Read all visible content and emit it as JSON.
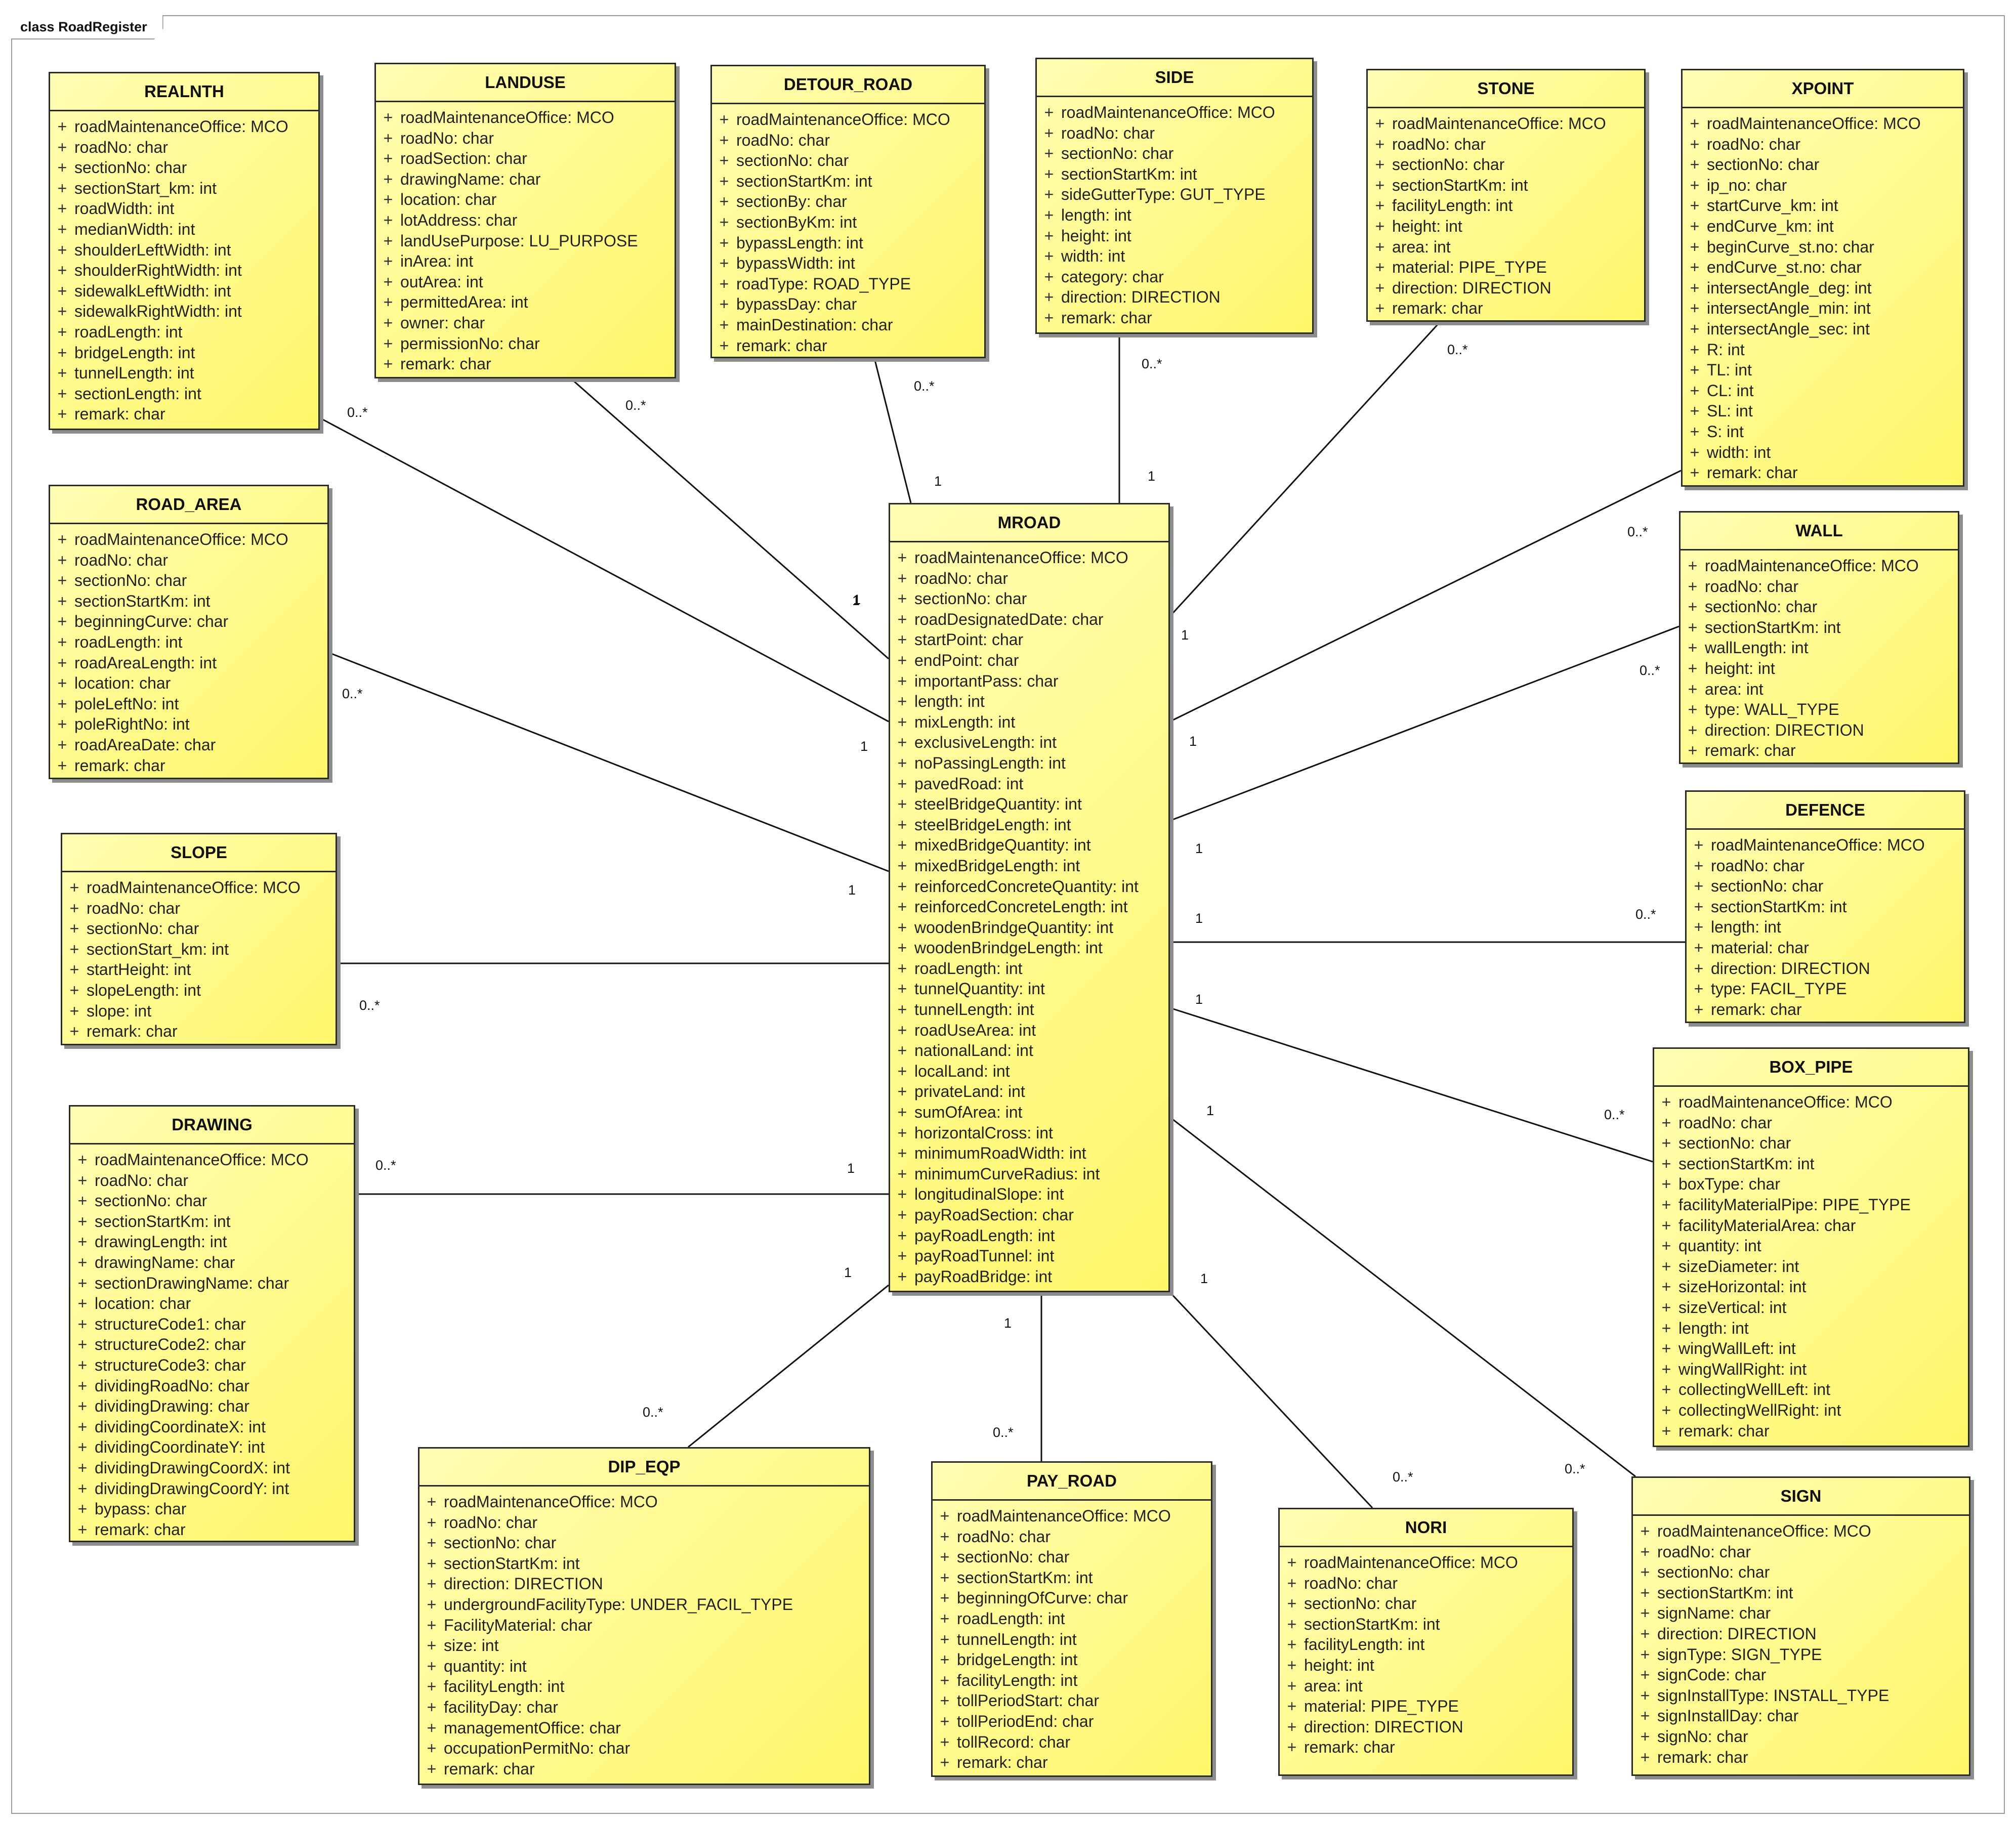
{
  "frame_title": "class RoadRegister",
  "classes": {
    "realnth": {
      "name": "REALNTH",
      "attrs": [
        "roadMaintenanceOffice: MCO",
        "roadNo: char",
        "sectionNo: char",
        "sectionStart_km: int",
        "roadWidth: int",
        "medianWidth: int",
        "shoulderLeftWidth: int",
        "shoulderRightWidth: int",
        "sidewalkLeftWidth: int",
        "sidewalkRightWidth: int",
        "roadLength: int",
        "bridgeLength: int",
        "tunnelLength: int",
        "sectionLength: int",
        "remark: char"
      ]
    },
    "landuse": {
      "name": "LANDUSE",
      "attrs": [
        "roadMaintenanceOffice: MCO",
        "roadNo: char",
        "roadSection: char",
        "drawingName: char",
        "location: char",
        "lotAddress: char",
        "landUsePurpose: LU_PURPOSE",
        "inArea: int",
        "outArea: int",
        "permittedArea: int",
        "owner: char",
        "permissionNo: char",
        "remark: char"
      ]
    },
    "detour_road": {
      "name": "DETOUR_ROAD",
      "attrs": [
        "roadMaintenanceOffice: MCO",
        "roadNo: char",
        "sectionNo: char",
        "sectionStartKm: int",
        "sectionBy: char",
        "sectionByKm: int",
        "bypassLength: int",
        "bypassWidth: int",
        "roadType: ROAD_TYPE",
        "bypassDay: char",
        "mainDestination: char",
        "remark: char"
      ]
    },
    "side": {
      "name": "SIDE",
      "attrs": [
        "roadMaintenanceOffice: MCO",
        "roadNo: char",
        "sectionNo: char",
        "sectionStartKm: int",
        "sideGutterType: GUT_TYPE",
        "length: int",
        "height: int",
        "width: int",
        "category: char",
        "direction: DIRECTION",
        "remark: char"
      ]
    },
    "stone": {
      "name": "STONE",
      "attrs": [
        "roadMaintenanceOffice: MCO",
        "roadNo: char",
        "sectionNo: char",
        "sectionStartKm: int",
        "facilityLength: int",
        "height: int",
        "area: int",
        "material: PIPE_TYPE",
        "direction: DIRECTION",
        "remark: char"
      ]
    },
    "xpoint": {
      "name": "XPOINT",
      "attrs": [
        "roadMaintenanceOffice: MCO",
        "roadNo: char",
        "sectionNo: char",
        "ip_no: char",
        "startCurve_km: int",
        "endCurve_km: int",
        "beginCurve_st.no: char",
        "endCurve_st.no: char",
        "intersectAngle_deg: int",
        "intersectAngle_min: int",
        "intersectAngle_sec: int",
        "R: int",
        "TL: int",
        "CL: int",
        "SL: int",
        "S: int",
        "width: int",
        "remark: char"
      ]
    },
    "road_area": {
      "name": "ROAD_AREA",
      "attrs": [
        "roadMaintenanceOffice: MCO",
        "roadNo: char",
        "sectionNo: char",
        "sectionStartKm: int",
        "beginningCurve: char",
        "roadLength: int",
        "roadAreaLength: int",
        "location: char",
        "poleLeftNo: int",
        "poleRightNo: int",
        "roadAreaDate: char",
        "remark: char"
      ]
    },
    "mroad": {
      "name": "MROAD",
      "attrs": [
        "roadMaintenanceOffice: MCO",
        "roadNo: char",
        "sectionNo: char",
        "roadDesignatedDate: char",
        "startPoint: char",
        "endPoint: char",
        "importantPass: char",
        "length: int",
        "mixLength: int",
        "exclusiveLength: int",
        "noPassingLength: int",
        "pavedRoad: int",
        "steelBridgeQuantity: int",
        "steelBridgeLength: int",
        "mixedBridgeQuantity: int",
        "mixedBridgeLength: int",
        "reinforcedConcreteQuantity: int",
        "reinforcedConcreteLength: int",
        "woodenBrindgeQuantity: int",
        "woodenBrindgeLength: int",
        "roadLength: int",
        "tunnelQuantity: int",
        "tunnelLength: int",
        "roadUseArea: int",
        "nationalLand: int",
        "localLand: int",
        "privateLand: int",
        "sumOfArea: int",
        "horizontalCross: int",
        "minimumRoadWidth: int",
        "minimumCurveRadius: int",
        "longitudinalSlope: int",
        "payRoadSection: char",
        "payRoadLength: int",
        "payRoadTunnel: int",
        "payRoadBridge: int"
      ]
    },
    "wall": {
      "name": "WALL",
      "attrs": [
        "roadMaintenanceOffice: MCO",
        "roadNo: char",
        "sectionNo: char",
        "sectionStartKm: int",
        "wallLength: int",
        "height: int",
        "area: int",
        "type: WALL_TYPE",
        "direction: DIRECTION",
        "remark: char"
      ]
    },
    "slope": {
      "name": "SLOPE",
      "attrs": [
        "roadMaintenanceOffice: MCO",
        "roadNo: char",
        "sectionNo: char",
        "sectionStart_km: int",
        "startHeight: int",
        "slopeLength: int",
        "slope: int",
        "remark: char"
      ]
    },
    "defence": {
      "name": "DEFENCE",
      "attrs": [
        "roadMaintenanceOffice: MCO",
        "roadNo: char",
        "sectionNo: char",
        "sectionStartKm: int",
        "length: int",
        "material: char",
        "direction: DIRECTION",
        "type: FACIL_TYPE",
        "remark: char"
      ]
    },
    "drawing": {
      "name": "DRAWING",
      "attrs": [
        "roadMaintenanceOffice: MCO",
        "roadNo: char",
        "sectionNo: char",
        "sectionStartKm: int",
        "drawingLength: int",
        "drawingName: char",
        "sectionDrawingName: char",
        "location: char",
        "structureCode1: char",
        "structureCode2: char",
        "structureCode3: char",
        "dividingRoadNo: char",
        "dividingDrawing: char",
        "dividingCoordinateX: int",
        "dividingCoordinateY: int",
        "dividingDrawingCoordX: int",
        "dividingDrawingCoordY: int",
        "bypass: char",
        "remark: char"
      ]
    },
    "box_pipe": {
      "name": "BOX_PIPE",
      "attrs": [
        "roadMaintenanceOffice: MCO",
        "roadNo: char",
        "sectionNo: char",
        "sectionStartKm: int",
        "boxType: char",
        "facilityMaterialPipe: PIPE_TYPE",
        "facilityMaterialArea: char",
        "quantity: int",
        "sizeDiameter: int",
        "sizeHorizontal: int",
        "sizeVertical: int",
        "length: int",
        "wingWallLeft: int",
        "wingWallRight: int",
        "collectingWellLeft: int",
        "collectingWellRight: int",
        "remark: char"
      ]
    },
    "dip_eqp": {
      "name": "DIP_EQP",
      "attrs": [
        "roadMaintenanceOffice: MCO",
        "roadNo: char",
        "sectionNo: char",
        "sectionStartKm: int",
        "direction: DIRECTION",
        "undergroundFacilityType: UNDER_FACIL_TYPE",
        "FacilityMaterial: char",
        "size: int",
        "quantity: int",
        "facilityLength: int",
        "facilityDay: char",
        "managementOffice: char",
        "occupationPermitNo: char",
        "remark: char"
      ]
    },
    "pay_road": {
      "name": "PAY_ROAD",
      "attrs": [
        "roadMaintenanceOffice: MCO",
        "roadNo: char",
        "sectionNo: char",
        "sectionStartKm: int",
        "beginningOfCurve: char",
        "roadLength: int",
        "tunnelLength: int",
        "bridgeLength: int",
        "facilityLength: int",
        "tollPeriodStart: char",
        "tollPeriodEnd: char",
        "tollRecord: char",
        "remark: char"
      ]
    },
    "nori": {
      "name": "NORI",
      "attrs": [
        "roadMaintenanceOffice: MCO",
        "roadNo: char",
        "sectionNo: char",
        "sectionStartKm: int",
        "facilityLength: int",
        "height: int",
        "area: int",
        "material: PIPE_TYPE",
        "direction: DIRECTION",
        "remark: char"
      ]
    },
    "sign": {
      "name": "SIGN",
      "attrs": [
        "roadMaintenanceOffice: MCO",
        "roadNo: char",
        "sectionNo: char",
        "sectionStartKm: int",
        "signName: char",
        "direction: DIRECTION",
        "signType: SIGN_TYPE",
        "signCode: char",
        "signInstallType: INSTALL_TYPE",
        "signInstallDay: char",
        "signNo: char",
        "remark: char"
      ]
    }
  },
  "visibility_symbol": "+",
  "associations": [
    {
      "target": "realnth",
      "mroad_end": "1",
      "other_end": "0..*"
    },
    {
      "target": "landuse",
      "mroad_end": "1",
      "other_end": "0..*"
    },
    {
      "target": "detour_road",
      "mroad_end": "1",
      "other_end": "0..*"
    },
    {
      "target": "side",
      "mroad_end": "1",
      "other_end": "0..*"
    },
    {
      "target": "stone",
      "mroad_end": "1",
      "other_end": "0..*"
    },
    {
      "target": "xpoint",
      "mroad_end": "1",
      "other_end": "0..*"
    },
    {
      "target": "road_area",
      "mroad_end": "1",
      "other_end": "0..*"
    },
    {
      "target": "wall",
      "mroad_end": "1",
      "other_end": "0..*"
    },
    {
      "target": "slope",
      "mroad_end": "1",
      "other_end": "0..*"
    },
    {
      "target": "defence",
      "mroad_end": "1",
      "other_end": "0..*"
    },
    {
      "target": "drawing",
      "mroad_end": "1",
      "other_end": "0..*"
    },
    {
      "target": "box_pipe",
      "mroad_end": "1",
      "other_end": "0..*"
    },
    {
      "target": "dip_eqp",
      "mroad_end": "1",
      "other_end": "0..*"
    },
    {
      "target": "pay_road",
      "mroad_end": "1",
      "other_end": "0..*"
    },
    {
      "target": "nori",
      "mroad_end": "1",
      "other_end": "0..*"
    },
    {
      "target": "sign",
      "mroad_end": "1",
      "other_end": "0..*"
    }
  ],
  "colors": {
    "class_fill_light": "#fffdb3",
    "class_fill_dark": "#fff76a",
    "border": "#2a2a2a",
    "shadow": "#8d8d8d"
  }
}
